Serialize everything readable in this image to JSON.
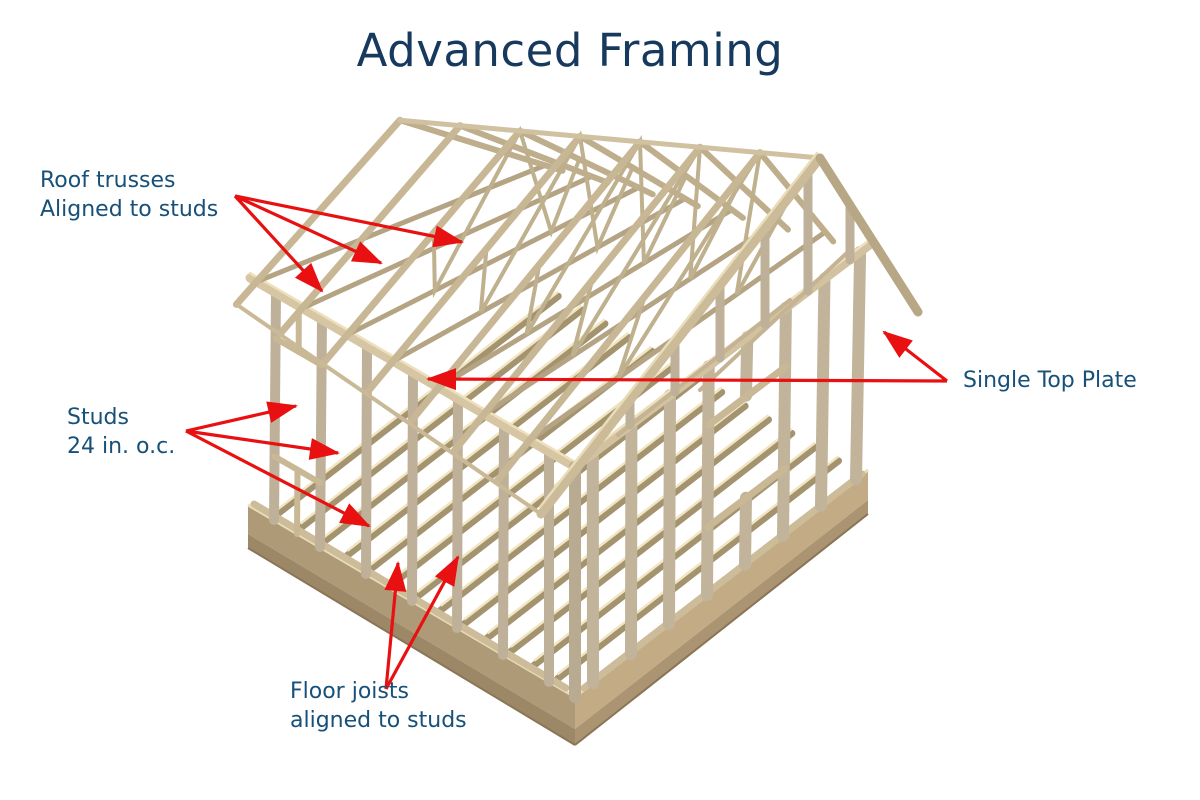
{
  "title": "Advanced Framing",
  "annotations": [
    {
      "id": "roof-trusses",
      "text": "Roof trusses\nAligned to studs"
    },
    {
      "id": "studs",
      "text": "Studs\n24 in. o.c."
    },
    {
      "id": "single-top-plate",
      "text": "Single Top Plate"
    },
    {
      "id": "floor-joists",
      "text": "Floor joists\naligned to studs"
    }
  ],
  "colors": {
    "title_text": "#17395e",
    "label_text": "#175079",
    "arrow": "#e81010",
    "background": "#ffffff",
    "wood_light": "#f2e5c1",
    "wood_mid": "#c6b594",
    "wood_dark": "#a3946f"
  },
  "illustration": {
    "subject": "3D rendering of a wood-framed building (advanced framing technique)",
    "visible_elements": [
      "roof trusses aligned to studs",
      "gable end with vertical studs",
      "single top plate",
      "wall studs spaced 24 in. on center",
      "framed window openings",
      "floor joists aligned to studs",
      "rim joists and sill"
    ]
  }
}
